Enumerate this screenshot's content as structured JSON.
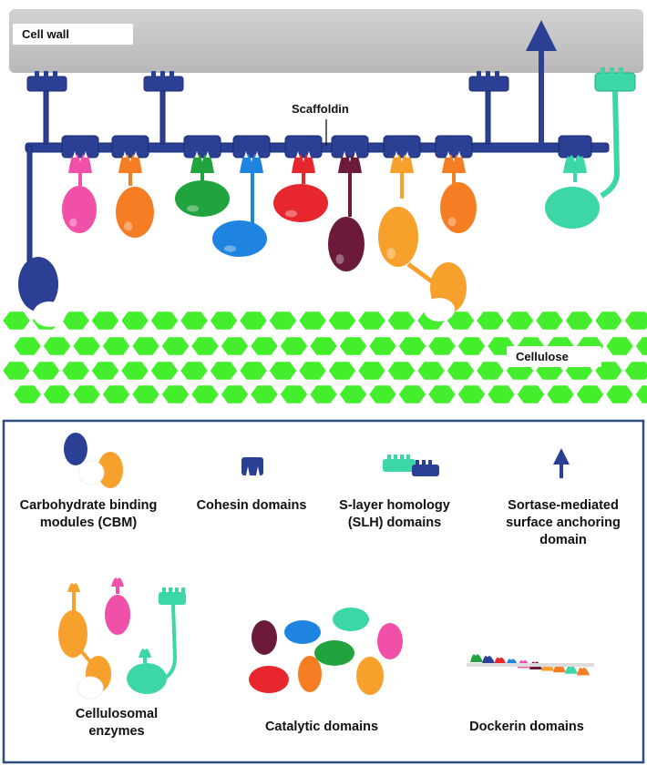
{
  "labels": {
    "cell_wall": "Cell wall",
    "scaffoldin": "Scaffoldin",
    "cellulose": "Cellulose"
  },
  "legend": {
    "cbm": [
      "Carbohydrate binding",
      "modules (CBM)"
    ],
    "cohesin": [
      "Cohesin domains"
    ],
    "slh": [
      "S-layer homology",
      "(SLH) domains"
    ],
    "sortase": [
      "Sortase-mediated",
      "surface anchoring",
      "domain"
    ],
    "enzymes": [
      "Cellulosomal",
      "enzymes"
    ],
    "catalytic": [
      "Catalytic domains"
    ],
    "dockerin": [
      "Dockerin domains"
    ]
  },
  "colors": {
    "cell_wall": "#c8c8c8",
    "scaffoldin": "#2b3f94",
    "slh": "#3dd6a7",
    "cellulose": "#44ee2c",
    "legend_border": "#2f4d7a",
    "enzymes": [
      "#f050a8",
      "#f57e24",
      "#21a33e",
      "#1e84e0",
      "#e8262e",
      "#6b1a3b",
      "#f7a12c",
      "#f57e24",
      "#3dd6a7"
    ]
  },
  "icons": [
    "cbm-icon",
    "cohesin-icon",
    "slh-icon",
    "sortase-arrow-icon",
    "enzyme-icon",
    "catalytic-icon",
    "dockerin-icon"
  ]
}
